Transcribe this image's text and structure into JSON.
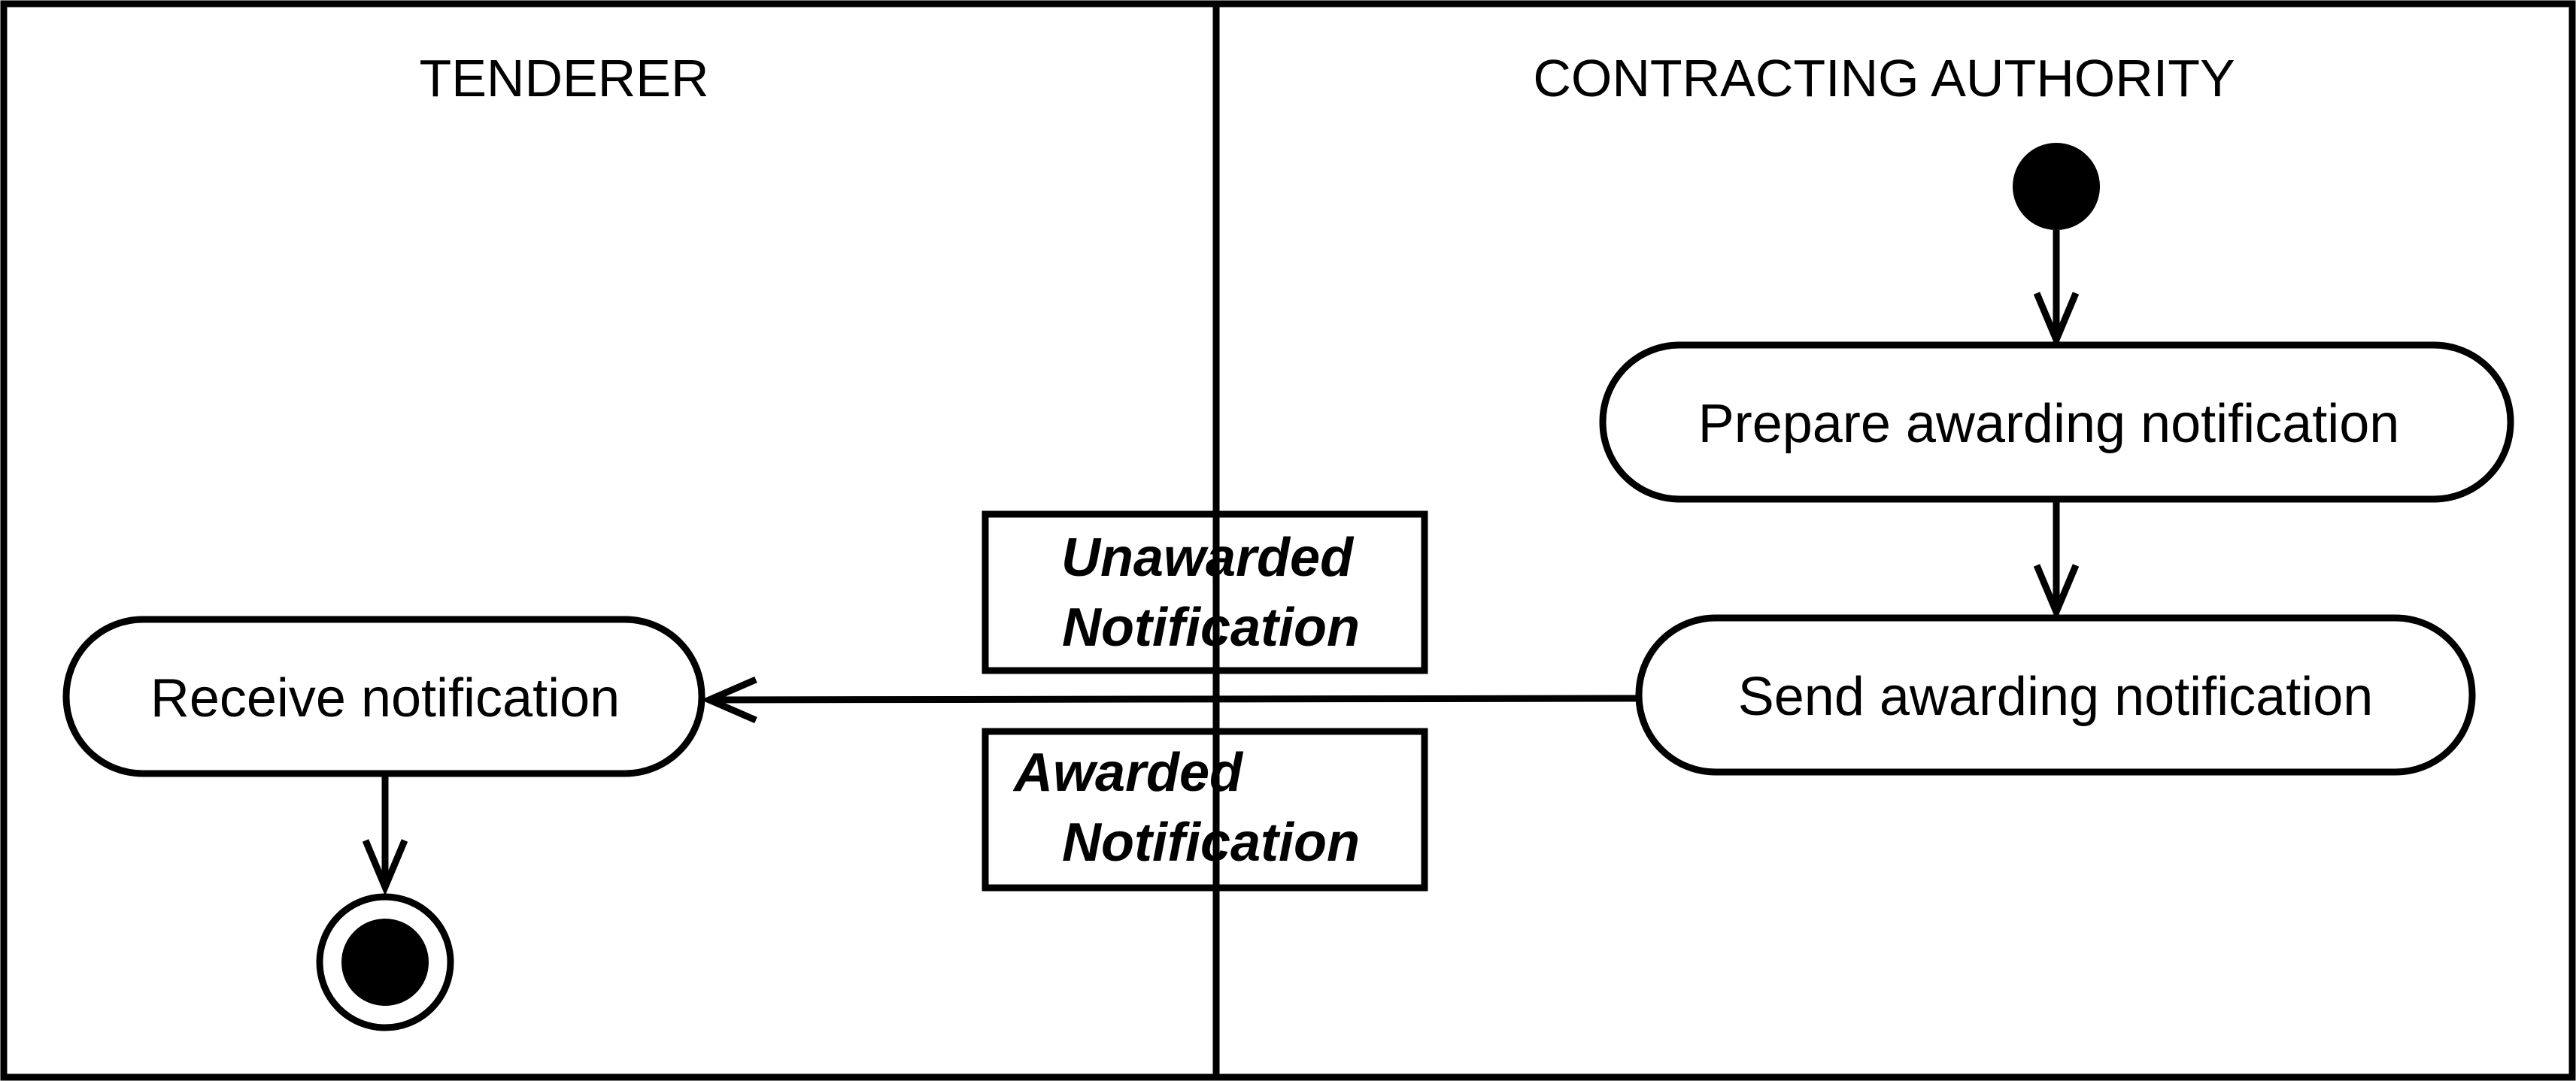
{
  "swimlanes": [
    {
      "title": "TENDERER"
    },
    {
      "title": "CONTRACTING AUTHORITY"
    }
  ],
  "actions": {
    "prepare": {
      "label": "Prepare awarding notification"
    },
    "send": {
      "label": "Send awarding notification"
    },
    "receive": {
      "label": "Receive notification"
    }
  },
  "objects": {
    "unawarded": {
      "line1": "Unawarded",
      "line2": "Notification"
    },
    "awarded": {
      "line1": "Awarded",
      "line2": "Notification"
    }
  },
  "colors": {
    "line": "#000000",
    "background": "#ffffff"
  }
}
